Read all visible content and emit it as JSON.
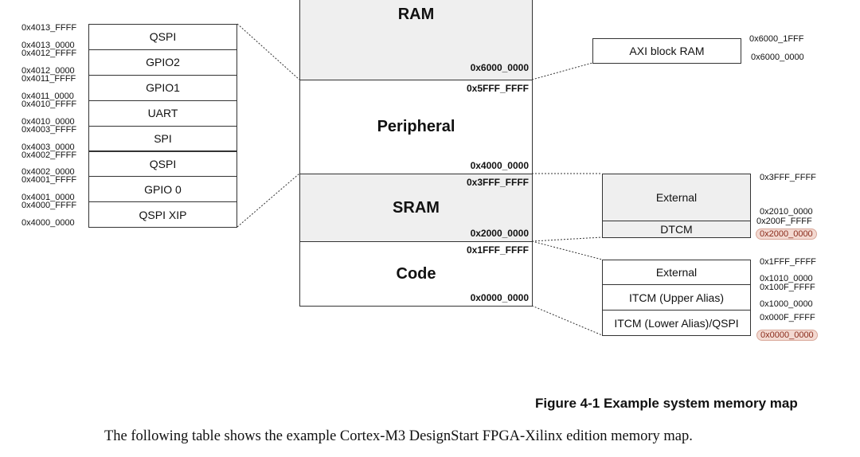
{
  "main_map": {
    "ram": {
      "title": "RAM",
      "bottom_addr": "0x6000_0000"
    },
    "peripheral": {
      "title": "Peripheral",
      "top_addr": "0x5FFF_FFFF",
      "bottom_addr": "0x4000_0000"
    },
    "sram": {
      "title": "SRAM",
      "top_addr": "0x3FFF_FFFF",
      "bottom_addr": "0x2000_0000"
    },
    "code": {
      "title": "Code",
      "top_addr": "0x1FFF_FFFF",
      "bottom_addr": "0x0000_0000"
    }
  },
  "peripheral_detail": [
    {
      "label": "QSPI",
      "top": "0x4013_FFFF",
      "bottom": "0x4013_0000"
    },
    {
      "label": "GPIO2",
      "top": "0x4012_FFFF",
      "bottom": "0x4012_0000"
    },
    {
      "label": "GPIO1",
      "top": "0x4011_FFFF",
      "bottom": "0x4011_0000"
    },
    {
      "label": "UART",
      "top": "0x4010_FFFF",
      "bottom": "0x4010_0000"
    },
    {
      "label": "SPI",
      "top": "0x4003_FFFF",
      "bottom": "0x4003_0000"
    },
    {
      "label": "QSPI",
      "top": "0x4002_FFFF",
      "bottom": "0x4002_0000"
    },
    {
      "label": "GPIO 0",
      "top": "0x4001_FFFF",
      "bottom": "0x4001_0000"
    },
    {
      "label": "QSPI XIP",
      "top": "0x4000_FFFF",
      "bottom": "0x4000_0000"
    }
  ],
  "ram_detail": {
    "label": "AXI block RAM",
    "top": "0x6000_1FFF",
    "bottom": "0x6000_0000"
  },
  "sram_detail": {
    "external": {
      "label": "External",
      "top": "0x3FFF_FFFF",
      "bottom": "0x2010_0000"
    },
    "dtcm": {
      "label": "DTCM",
      "top": "0x200F_FFFF",
      "bottom": "0x2000_0000"
    }
  },
  "code_detail": {
    "external": {
      "label": "External",
      "top": "0x1FFF_FFFF",
      "bottom": "0x1010_0000"
    },
    "itcm_upper": {
      "label": "ITCM (Upper Alias)",
      "top": "0x100F_FFFF",
      "bottom": "0x1000_0000"
    },
    "itcm_lower": {
      "label": "ITCM (Lower Alias)/QSPI",
      "top": "0x000F_FFFF",
      "bottom": "0x0000_0000"
    }
  },
  "caption": "Figure 4-1  Example system memory map",
  "body_text": "The following table shows the example Cortex-M3 DesignStart FPGA-Xilinx edition memory map.",
  "colors": {
    "region_fill": "#efefef",
    "highlight": "#f3d9d1",
    "line": "#333333"
  }
}
